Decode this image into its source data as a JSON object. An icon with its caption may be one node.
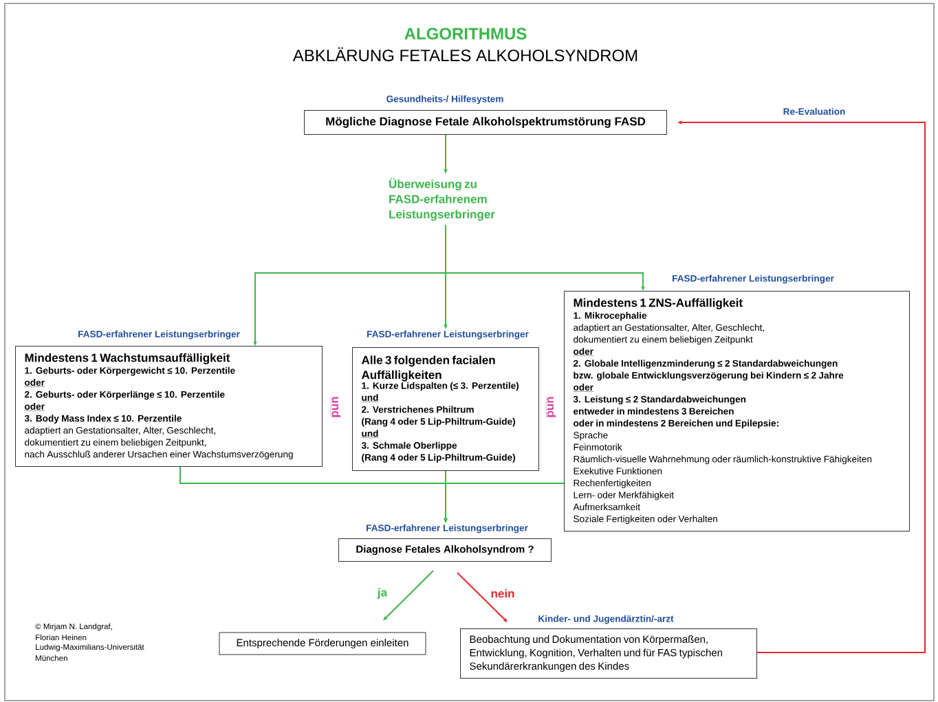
{
  "diagram": {
    "title": "ALGORITHMUS",
    "nodes": [
      {
        "text": [
          "Mögliche Diagnose Fetale Alkoholspektrumstörung FASD"
        ],
        "beside": [
          "Gesundheits-/ Hilfesystem"
        ]
      },
      {
        "text": [
          "Überweisung zu FASD-erfahrenem Leistungserbringer"
        ]
      },
      {
        "text": [
          "Mindestens 1 Wachstumsauffälligkeit",
          "1. Geburts- oder Körpergewicht ≤ 10. Perzentile",
          "oder",
          "2. Geburts- oder Körperlänge ≤ 10. Perzentile",
          "oder",
          "3. Body Mass Index ≤ 10. Perzentile",
          "adaptiert an Gestationsalter, Alter, Geschlecht,",
          "dokumentiert zu einem beliebigen Zeitpunkt,",
          "nach Ausschluß anderer Ursachen einer Wachstumsverzögerung"
        ],
        "beside": [
          "FASD-erfahrener Leistungserbringer"
        ]
      },
      {
        "text": [
          "Alle 3 folgenden facialen Auffälligkeiten",
          "1. Kurze Lidspalten (≤ 3. Perzentile)",
          "und",
          "2. Verstrichenes Philtrum",
          "(Rang 4 oder 5 Lip-Philtrum-Guide)",
          "und",
          "3. Schmale Oberlippe",
          "(Rang 4 oder 5 Lip-Philtrum-Guide)"
        ],
        "beside": [
          "FASD-erfahrener Leistungserbringer"
        ]
      },
      {
        "text": [
          "Mindestens 1 ZNS-Auffälligkeit",
          "1. Mikrocephalie",
          "adaptiert an Gestationsalter, Alter, Geschlecht,",
          "dokumentiert zu einem beliebigen Zeitpunkt",
          "oder",
          "2. Globale Intelligenzminderung ≤ 2 Standardabweichungen",
          "bzw. globale Entwicklungsverzögerung bei Kindern ≤ 2 Jahre",
          "oder",
          "3. Leistung ≤ 2 Standardabweichungen",
          "entweder in mindestens 3 Bereichen",
          "oder in mindestens 2 Bereichen und Epilepsie:",
          "Sprache",
          "Feinmotorik",
          "Räumlich-visuelle Wahrnehmung oder räumlich-konstruktive Fähigkeiten",
          "Exekutive Funktionen",
          "Rechenfertigkeiten",
          "Lern- oder Merkfähigkeit",
          "Aufmerksamkeit",
          "Soziale Fertigkeiten oder Verhalten"
        ],
        "beside": [
          "FASD-erfahrener Leistungserbringer"
        ]
      },
      {
        "text": [
          "Diagnose Fetales Alkoholsyndrom ?"
        ],
        "beside": [
          "FASD-erfahrener Leistungserbringer"
        ]
      },
      {
        "text": [
          "Entsprechende Förderungen einleiten"
        ]
      },
      {
        "text": [
          "Beobachtung und Dokumentation von Körpermaßen, Entwicklung, Kognition, Verhalten und für FAS typischen Sekundärerkrankungen des Kindes"
        ],
        "beside": [
          "Kinder- und Jugendärztin/-arzt"
        ]
      }
    ],
    "edges": [
      {
        "from": 0,
        "to": 1,
        "arrow": "to"
      },
      {
        "from": 1,
        "to": 2,
        "arrow": "to"
      },
      {
        "from": 1,
        "to": 3,
        "arrow": "to"
      },
      {
        "from": 1,
        "to": 4,
        "arrow": "to"
      },
      {
        "from": 2,
        "to": 5,
        "arrow": "to"
      },
      {
        "from": 3,
        "to": 5,
        "arrow": "to"
      },
      {
        "from": 4,
        "to": 5,
        "arrow": "to"
      },
      {
        "from": 5,
        "to": 6,
        "arrow": "to",
        "label": "ja"
      },
      {
        "from": 5,
        "to": 7,
        "arrow": "to",
        "label": "nein",
        "color": "#e8262b"
      },
      {
        "from": 7,
        "to": 0,
        "arrow": "to",
        "label": "Re-Evaluation",
        "color": "#e8262b"
      }
    ],
    "labels": [
      "ABKLÄRUNG FETALES ALKOHOLSYNDROM",
      "und",
      "und",
      "© Mirjam N. Landgraf,",
      "Florian Heinen",
      "Ludwig-Maximilians-Universität",
      "München"
    ]
  }
}
